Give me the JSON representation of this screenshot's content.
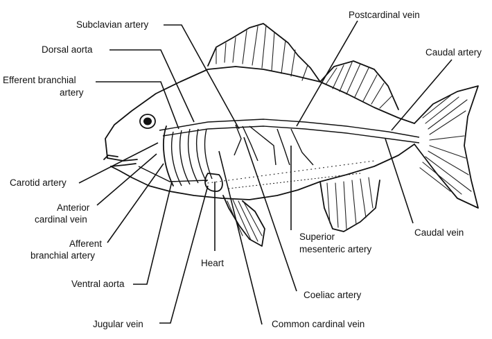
{
  "diagram": {
    "labels": {
      "subclavian_artery": "Subclavian artery",
      "postcardinal_vein": "Postcardinal vein",
      "dorsal_aorta": "Dorsal aorta",
      "caudal_artery": "Caudal artery",
      "efferent_branchial_artery_1": "Efferent branchial",
      "efferent_branchial_artery_2": "artery",
      "carotid_artery": "Carotid artery",
      "anterior_cardinal_vein_1": "Anterior",
      "anterior_cardinal_vein_2": "cardinal vein",
      "afferent_branchial_artery_1": "Afferent",
      "afferent_branchial_artery_2": "branchial artery",
      "superior_mesenteric_artery_1": "Superior",
      "superior_mesenteric_artery_2": "mesenteric artery",
      "caudal_vein": "Caudal vein",
      "heart": "Heart",
      "ventral_aorta": "Ventral aorta",
      "coeliac_artery": "Coeliac artery",
      "jugular_vein": "Jugular vein",
      "common_cardinal_vein": "Common cardinal vein"
    }
  }
}
